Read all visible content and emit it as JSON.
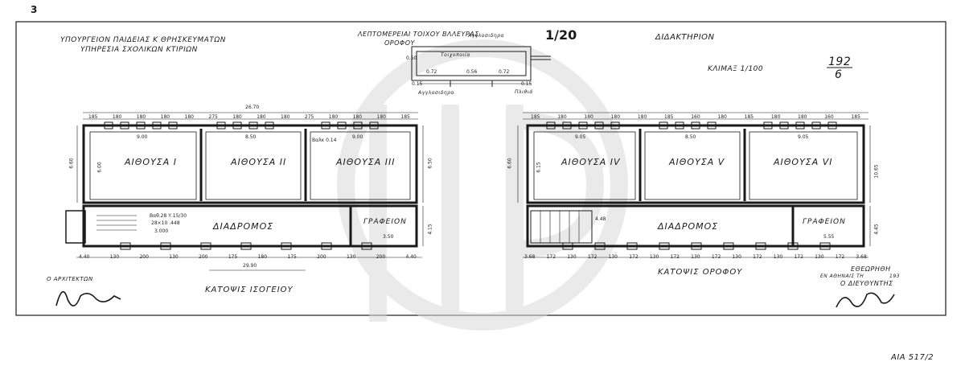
{
  "sheet": {
    "corner_mark": "3",
    "ministry_line1": "ΥΠΟΥΡΓΕΙΟΝ ΠΑΙΔΕΙΑΣ Κ ΘΡΗΣΚΕΥΜΑΤΩΝ",
    "ministry_line2": "ΥΠΗΡΕΣΙΑ ΣΧΟΛΙΚΩΝ ΚΤΙΡΙΩΝ",
    "detail_title_line1": "ΛΕΠΤΟΜΕΡΕΙΑΙ ΤΟΙΧΟΥ ΒΛΛΕΥΡΑΣ",
    "detail_title_line2": "ΟΡΟΦΟΥ",
    "detail_scale": "1/20",
    "building_type": "ΔΙΔΑΚΤΗΡΙΟΝ",
    "scale_label": "ΚΛΙΜΑΞ 1/100",
    "sheet_number_top": "192",
    "sheet_number_bottom": "6",
    "architect_label": "Ο ΑΡΧΙΤΕΚΤΩΝ",
    "approval_label": "ΕΘΕΩΡΗΘΗ",
    "approval_place": "ΕΝ ΑΘΗΝΑΙΣ ΤΗ",
    "approval_year": "193",
    "director_label": "Ο ΔΙΕΥΘΥΝΤΗΣ",
    "archive_note": "ΑΙΑ 517/2"
  },
  "detail": {
    "label_top": "Αγγλοσιδηρα",
    "label_inner": "Τοιχοποιία",
    "label_bottom": "Αγγλοσιδηρα",
    "label_bottom_right": "Πλιθιά",
    "dim_left": "0.72",
    "dim_mid": "0.56",
    "dim_right": "0.72",
    "dim_height": "0.50",
    "dim_small_a": "0.15",
    "dim_small_b": "0.15"
  },
  "ground_floor": {
    "title": "ΚΑΤΟΨΙΣ ΙΣΟΓΕΙΟΥ",
    "overall_dim": "26.70",
    "overall_dim_bottom": "29.90",
    "rooms": [
      "ΑΙΘΟΥΣΑ Ι",
      "ΑΙΘΟΥΣΑ ΙΙ",
      "ΑΙΘΟΥΣΑ ΙΙΙ"
    ],
    "corridor": "ΔΙΑΔΡΟΜΟΣ",
    "office": "ΓΡΑΦΕΙΟΝ",
    "room_widths": [
      "9.00",
      "8.50",
      "9.00"
    ],
    "room_depth": "6.00",
    "depth_left": "6.60",
    "depth_right": "6.50",
    "corridor_depth": "4.15",
    "stair_note": "Βαθ.28 Υ.15/30",
    "stair_note2": "28×10 .448",
    "stair_note3": "3.000",
    "office_dim": "3.50",
    "note_small": "Βαλκ 0.14",
    "top_dims": [
      "185",
      "180",
      "180",
      "180",
      "180",
      "275",
      "180",
      "180",
      "180",
      "275",
      "180",
      "180",
      "180",
      "185"
    ],
    "bottom_dims": [
      "4.40",
      "130",
      "200",
      "130",
      "200",
      "175",
      "180",
      "175",
      "200",
      "130",
      "200",
      "4.40"
    ]
  },
  "upper_floor": {
    "title": "ΚΑΤΟΨΙΣ ΟΡΟΦΟΥ",
    "rooms": [
      "ΑΙΘΟΥΣΑ IV",
      "ΑΙΘΟΥΣΑ V",
      "ΑΙΘΟΥΣΑ VI"
    ],
    "corridor": "ΔΙΑΔΡΟΜΟΣ",
    "office": "ΓΡΑΦΕΙΟΝ",
    "room_widths": [
      "9.05",
      "8.50",
      "9.05"
    ],
    "room_depth": "6.15",
    "depth_left": "6.60",
    "depth_right": "10.65",
    "corridor_depth": "4.45",
    "office_dim": "5.55",
    "stair_note": "4.48",
    "top_dims": [
      "185",
      "180",
      "180",
      "180",
      "180",
      "185",
      "160",
      "180",
      "185",
      "180",
      "180",
      "160",
      "185"
    ],
    "bottom_dims": [
      "3.68",
      "172",
      "130",
      "172",
      "130",
      "172",
      "130",
      "172",
      "130",
      "172",
      "130",
      "172",
      "130",
      "172",
      "130",
      "172",
      "3.68"
    ]
  },
  "colors": {
    "ink": "#1a1a1a",
    "watermark": "#d6d6d6",
    "paper": "#ffffff"
  }
}
